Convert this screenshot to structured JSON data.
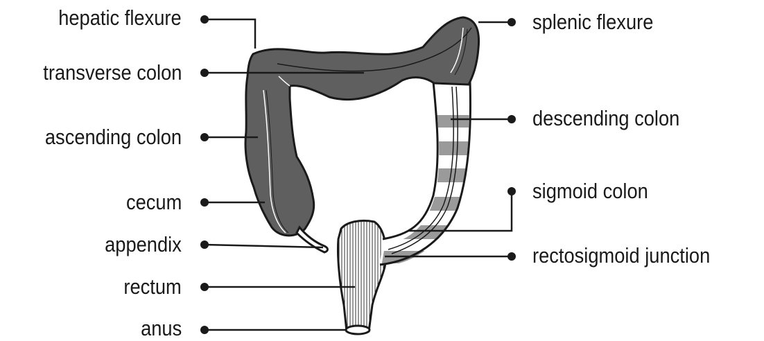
{
  "labels": {
    "hepatic_flexure": "hepatic flexure",
    "transverse_colon": "transverse colon",
    "ascending_colon": "ascending colon",
    "cecum": "cecum",
    "appendix": "appendix",
    "rectum": "rectum",
    "anus": "anus",
    "splenic_flexure": "splenic flexure",
    "descending_colon": "descending colon",
    "sigmoid_colon": "sigmoid colon",
    "rectosigmoid_junction": "rectosigmoid junction"
  },
  "colors": {
    "dark_fill": "#5f5f5f",
    "stripe_fill": "#9a9a9a",
    "outline": "#1a1a1a",
    "text": "#1a1a1a"
  }
}
